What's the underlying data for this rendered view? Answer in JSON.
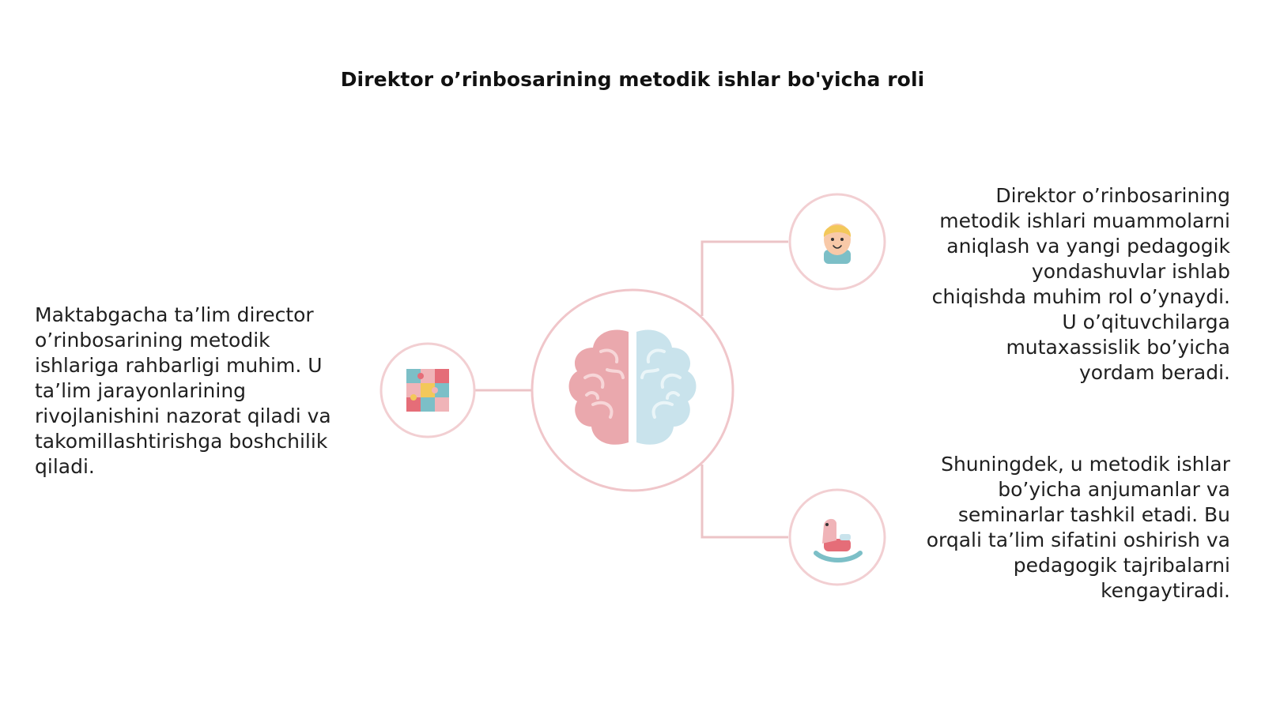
{
  "title": "Direktor o’rinbosarining metodik ishlar bo'yicha roli",
  "left_text": "Maktabgacha ta’lim director\no’rinbosarining metodik\nishlariga rahbarligi muhim. U\nta’lim jarayonlarining\nrivojlanishini nazorat qiladi va\ntakomillashtirishga boshchilik\nqiladi.",
  "right_top_text": "Direktor o’rinbosarining\nmetodik ishlari muammolarni\naniqlash va yangi pedagogik\nyondashuvlar ishlab\nchiqishda muhim rol o’ynaydi.\nU o’qituvchilarga\nmutaxassislik bo’yicha\nyordam beradi.",
  "right_bottom_text": "Shuningdek, u metodik ishlar\nbo’yicha anjumanlar va\nseminarlar tashkil etadi. Bu\norqali ta’lim sifatini oshirish va\npedagogik tajribalarni\nkengaytiradi.",
  "icons": {
    "center": "brain-icon",
    "left": "puzzle-icon",
    "right_top": "child-face-icon",
    "right_bottom": "rocking-horse-icon"
  },
  "colors": {
    "connector": "#ecc4c7",
    "circle_stroke": "#f2cfd2",
    "brain_left": "#eaa8ad",
    "brain_right": "#c9e3ec",
    "accent_red": "#e56d78",
    "accent_teal": "#7cbfc7",
    "accent_yellow": "#f3c85a"
  }
}
